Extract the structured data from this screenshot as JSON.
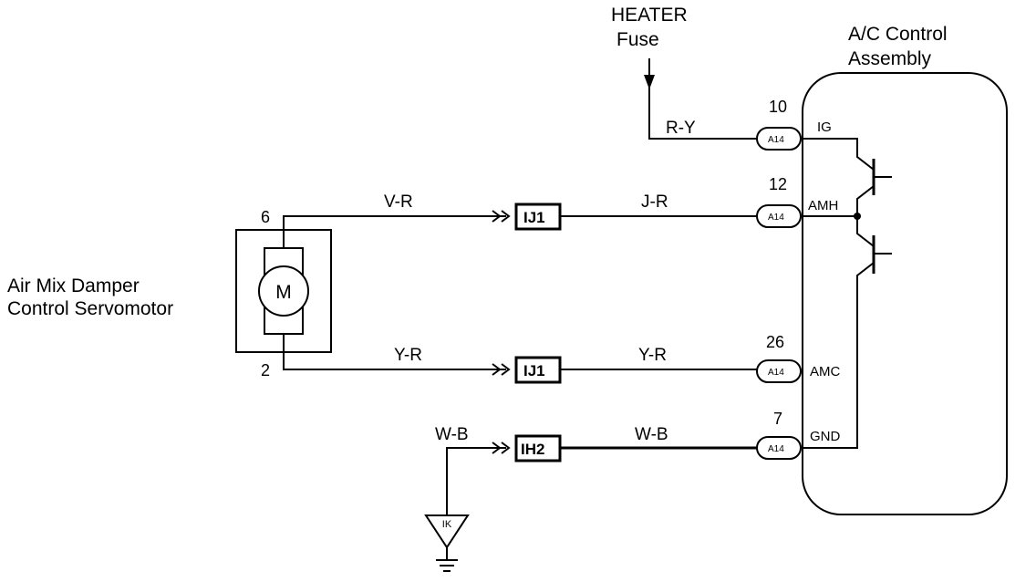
{
  "labels": {
    "heater_line1": "HEATER",
    "heater_line2": "Fuse",
    "ac_line1": "A/C Control",
    "ac_line2": "Assembly",
    "servo_line1": "Air Mix Damper",
    "servo_line2": "Control Servomotor",
    "motor": "M",
    "ground": "IK"
  },
  "servo_pins": {
    "top": "6",
    "bottom": "2"
  },
  "junctions": {
    "j1": "IJ1",
    "j2": "IJ1",
    "j3": "IH2"
  },
  "wires": {
    "rgy": "R-Y",
    "vr": "V-R",
    "jr": "J-R",
    "yr_left": "Y-R",
    "yr_right": "Y-R",
    "wb_left": "W-B",
    "wb_right": "W-B"
  },
  "connectors": [
    {
      "pin": "10",
      "code": "A14",
      "terminal": "IG"
    },
    {
      "pin": "12",
      "code": "A14",
      "terminal": "AMH"
    },
    {
      "pin": "26",
      "code": "A14",
      "terminal": "AMC"
    },
    {
      "pin": "7",
      "code": "A14",
      "terminal": "GND"
    }
  ]
}
